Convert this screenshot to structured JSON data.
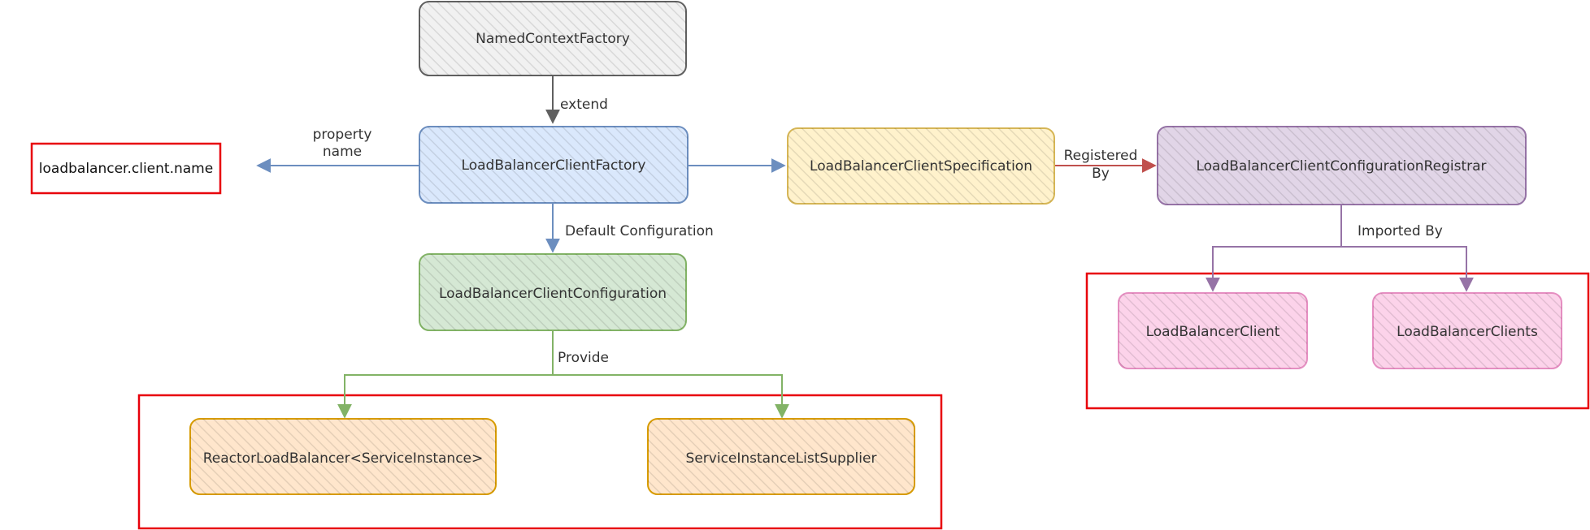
{
  "diagram": {
    "nodes": {
      "named_context_factory": {
        "label": "NamedContextFactory",
        "color": "#606060",
        "fill": "#f1f1f1"
      },
      "lb_client_factory": {
        "label": "LoadBalancerClientFactory",
        "color": "#6c8ebf",
        "fill": "#dae8fc"
      },
      "lb_client_specification": {
        "label": "LoadBalancerClientSpecification",
        "color": "#d6b656",
        "fill": "#fff2cc"
      },
      "lb_client_configuration_registrar": {
        "label": "LoadBalancerClientConfigurationRegistrar",
        "color": "#9673a6",
        "fill": "#e1d5e7"
      },
      "lb_client_configuration": {
        "label": "LoadBalancerClientConfiguration",
        "color": "#82b366",
        "fill": "#d5e8d4"
      },
      "reactor_load_balancer": {
        "label": "ReactorLoadBalancer<ServiceInstance>",
        "color": "#d79b00",
        "fill": "#ffe6cc"
      },
      "service_instance_list_supplier": {
        "label": "ServiceInstanceListSupplier",
        "color": "#d79b00",
        "fill": "#ffe6cc"
      },
      "lb_client": {
        "label": "LoadBalancerClient",
        "color": "#e58ec1",
        "fill": "#fcd3ea"
      },
      "lb_clients": {
        "label": "LoadBalancerClients",
        "color": "#e58ec1",
        "fill": "#fcd3ea"
      },
      "client_name": {
        "label": "loadbalancer.client.name"
      }
    },
    "edges": {
      "extend": {
        "label": "extend"
      },
      "property_name": {
        "label_line1": "property",
        "label_line2": "name"
      },
      "registered_by": {
        "label_line1": "Registered",
        "label_line2": "By"
      },
      "default_configuration": {
        "label": "Default Configuration"
      },
      "provide": {
        "label": "Provide"
      },
      "imported_by": {
        "label": "Imported By"
      }
    },
    "highlight_color": "#e8000b"
  }
}
